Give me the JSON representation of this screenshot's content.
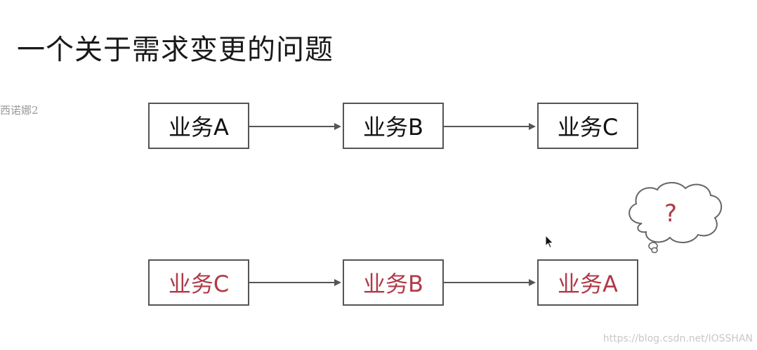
{
  "title": "一个关于需求变更的问题",
  "side_watermark": "西诺娜2",
  "row1": {
    "boxes": [
      "业务A",
      "业务B",
      "业务C"
    ]
  },
  "row2": {
    "boxes": [
      "业务C",
      "业务B",
      "业务A"
    ]
  },
  "thought": {
    "text": "?"
  },
  "watermark_url": "https://blog.csdn.net/IOSSHAN",
  "colors": {
    "red_text": "#b03a48",
    "box_border": "#555555",
    "arrow": "#555555"
  },
  "icons": {
    "thought_bubble": "thought-cloud-icon",
    "cursor": "mouse-pointer-icon"
  }
}
